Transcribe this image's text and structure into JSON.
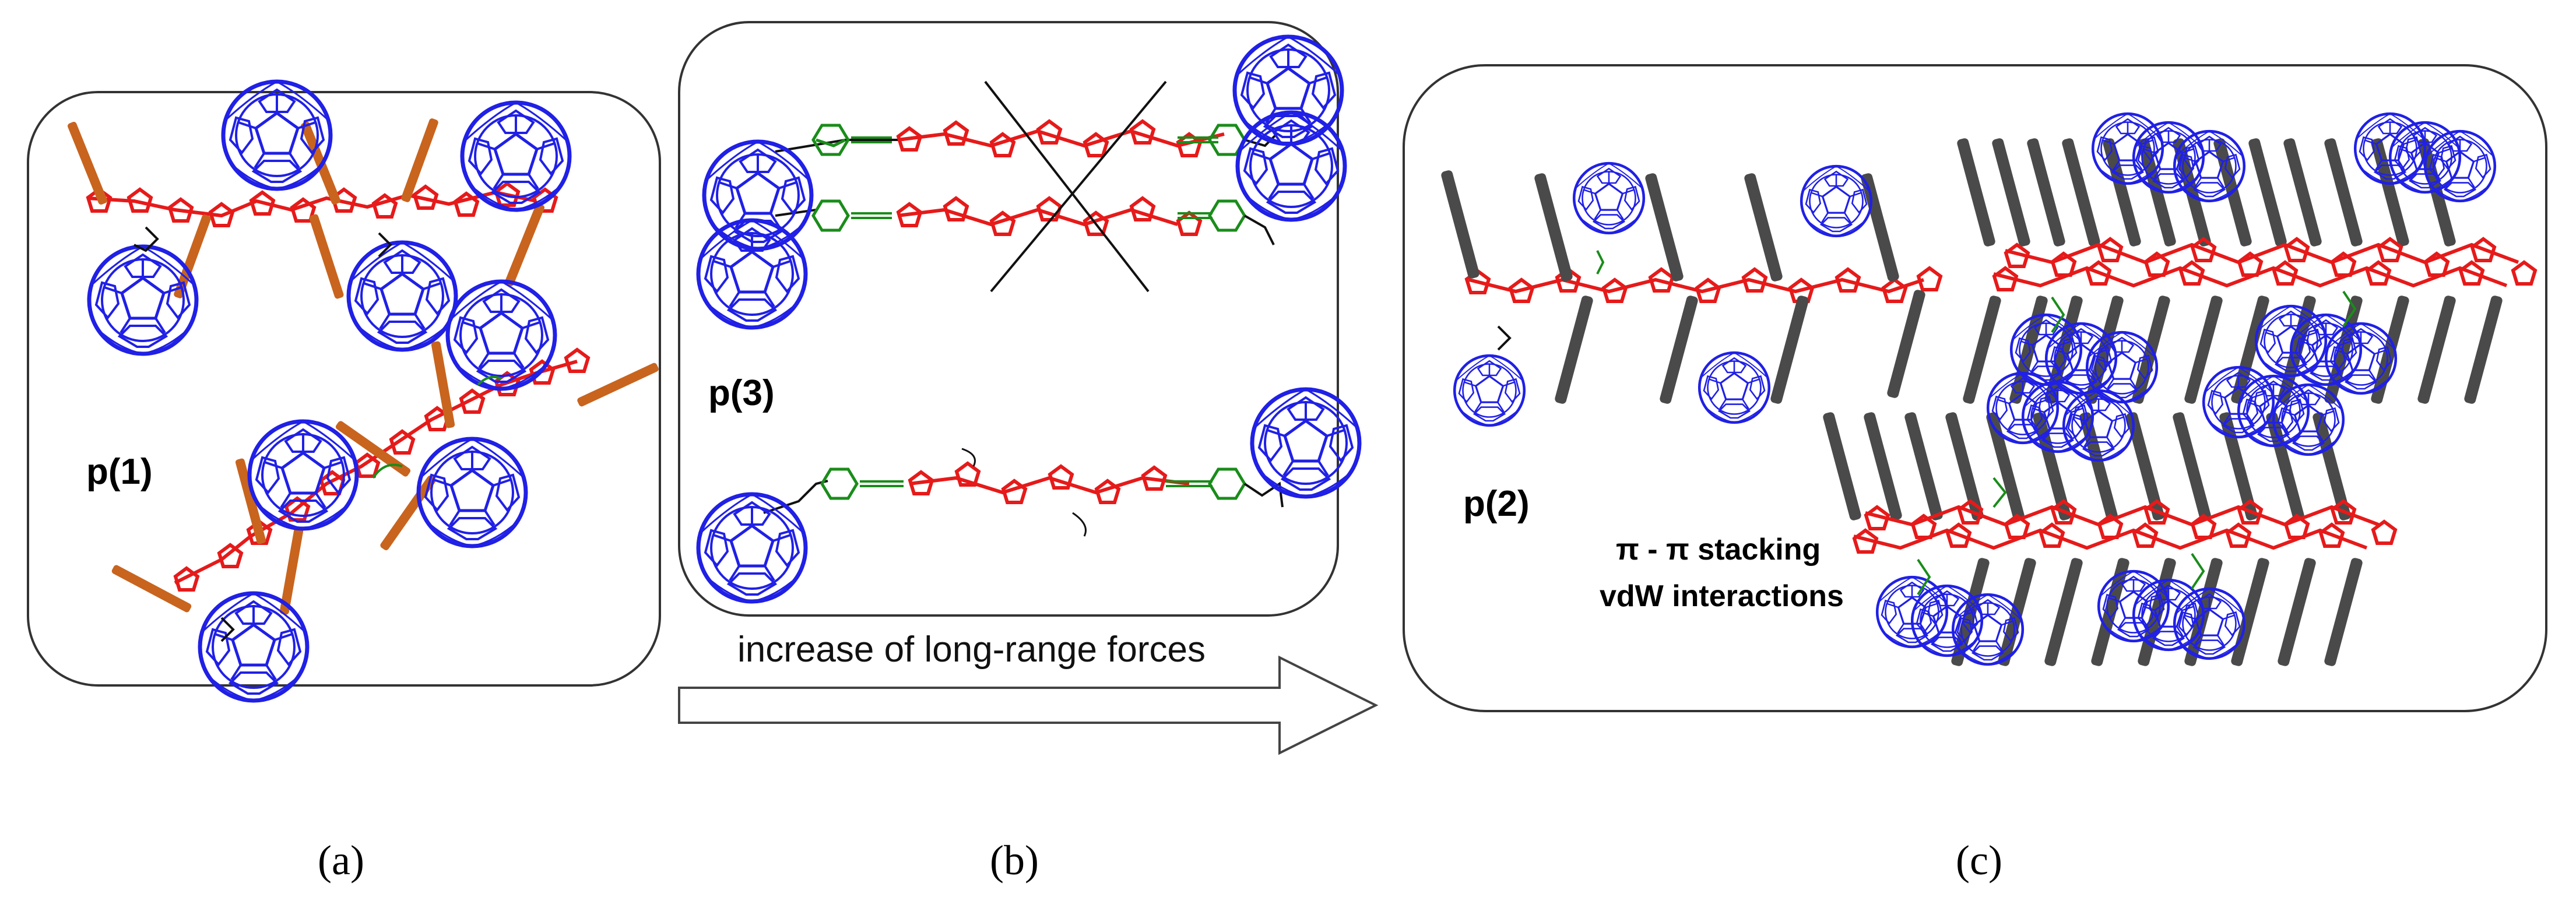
{
  "colors": {
    "fullerene": "#2020e6",
    "thiophene": "#e61a1a",
    "linker_green": "#1a8c1a",
    "alkyl_orange": "#c8641e",
    "alkyl_gray": "#4a4a4a",
    "frame": "#333333"
  },
  "panels": {
    "a": {
      "label": "(a)",
      "molecule": "p(1)"
    },
    "b": {
      "label": "(b)",
      "molecule": "p(3)"
    },
    "c": {
      "label": "(c)",
      "molecule": "p(2)",
      "interaction_1": "π - π  stacking",
      "interaction_2": "vdW interactions"
    }
  },
  "arrow": {
    "text": "increase of long-range forces"
  }
}
